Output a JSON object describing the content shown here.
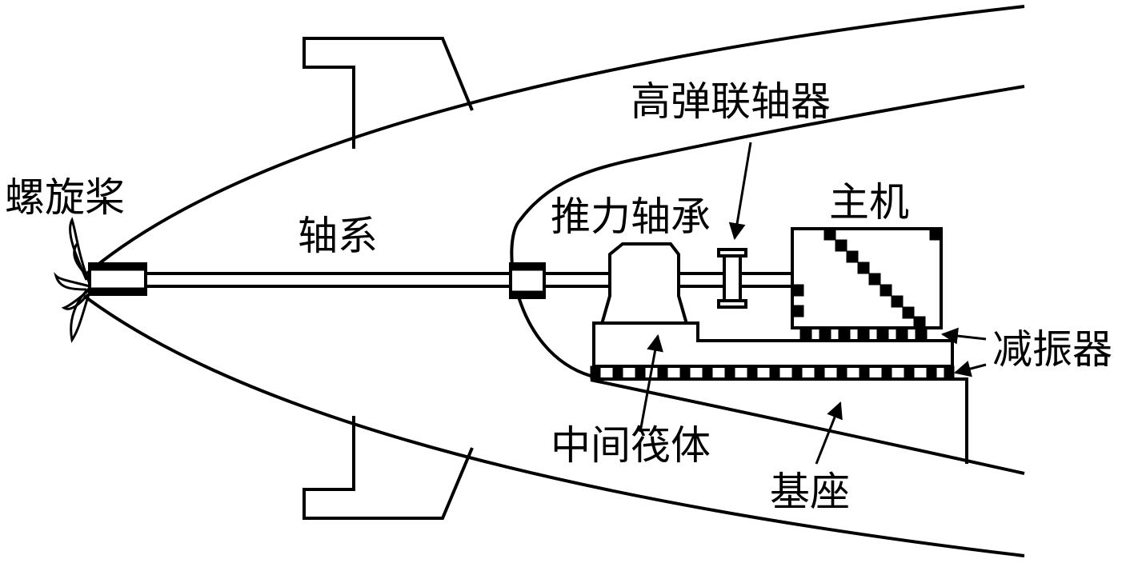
{
  "labels": {
    "propeller": "螺旋桨",
    "shafting": "轴系",
    "high_elastic_coupling": "高弹联轴器",
    "thrust_bearing": "推力轴承",
    "main_engine": "主机",
    "vibration_isolator": "减振器",
    "intermediate_raft": "中间筏体",
    "foundation": "基座"
  }
}
